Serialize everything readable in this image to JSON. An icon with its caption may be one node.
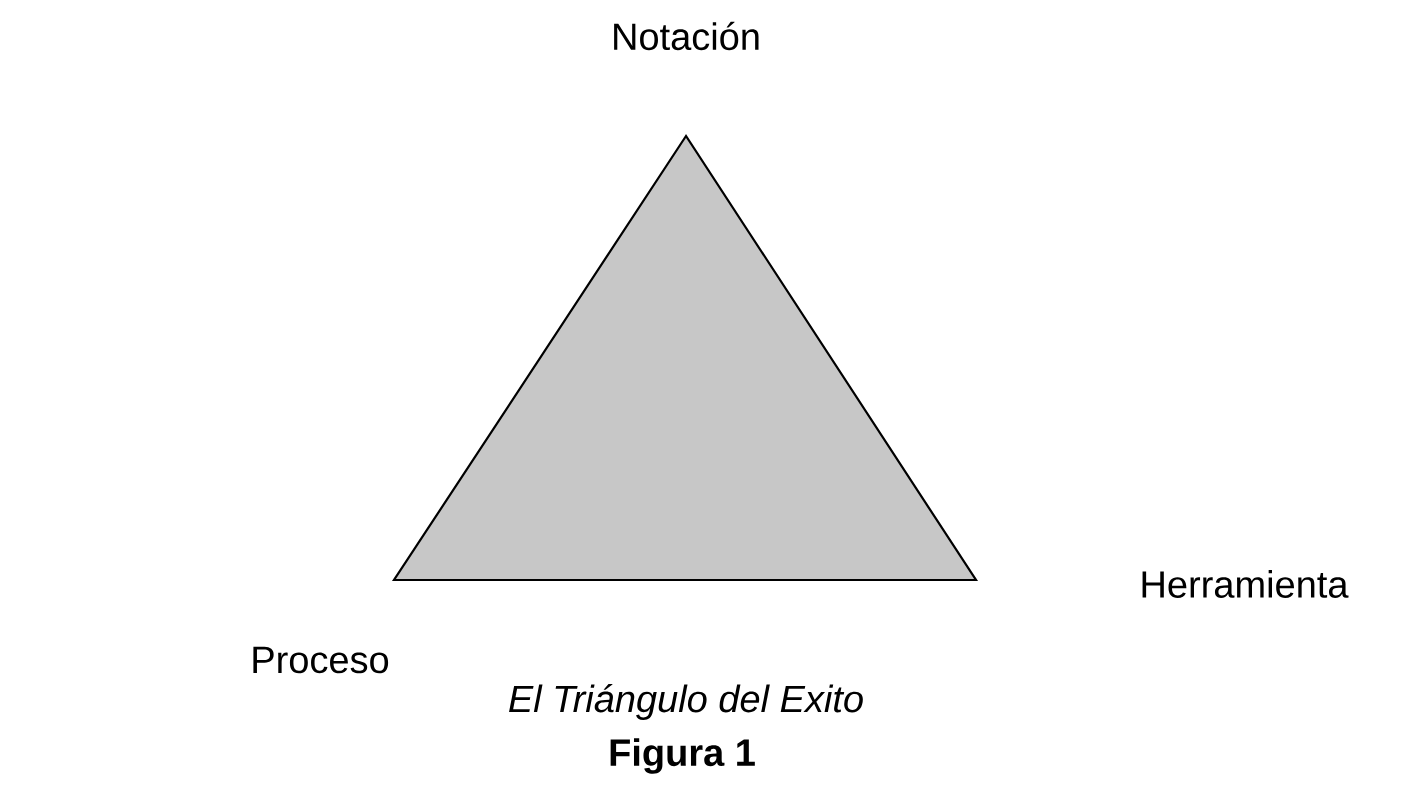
{
  "diagram": {
    "caption": "*El Triángulo del Exito*",
    "nodes": [
      {
        "text": [],
        "shape": "triangle"
      }
    ],
    "labels": [
      "Notación",
      "Herramienta",
      "Proceso",
      "**Figura 1**"
    ]
  }
}
